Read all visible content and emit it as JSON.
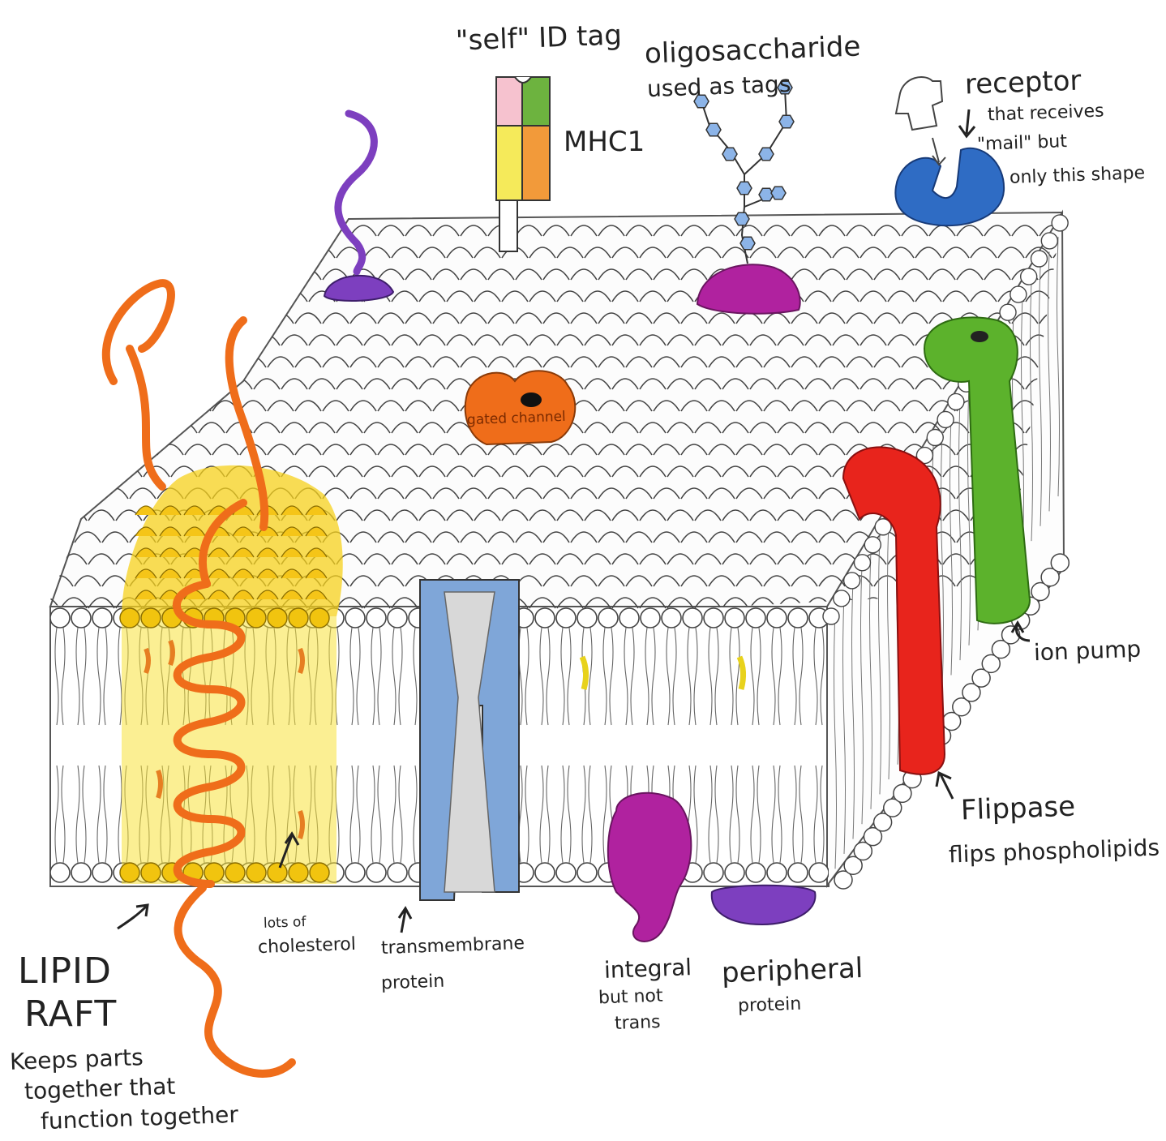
{
  "labels": {
    "self_id_tag": "\"self\" ID tag",
    "mhc1": "MHC1",
    "oligosaccharide": "oligosaccharide",
    "used_as_tags": "used as tags",
    "receptor": "receptor",
    "receptor_note_1": "that receives",
    "receptor_note_2": "\"mail\" but",
    "receptor_note_3": "only this shape",
    "gated_channel": "gated channel",
    "ion_pump": "ion pump",
    "flippase": "Flippase",
    "flippase_note": "flips phospholipids",
    "lipid": "LIPID",
    "raft": "RAFT",
    "raft_note_1": "Keeps parts",
    "raft_note_2": "together that",
    "raft_note_3": "function together",
    "lots_of": "lots of",
    "cholesterol": "cholesterol",
    "transmembrane_1": "transmembrane",
    "transmembrane_2": "protein",
    "integral_1": "integral",
    "integral_2": "but not",
    "integral_3": "trans",
    "peripheral_1": "peripheral",
    "peripheral_2": "protein"
  },
  "colors": {
    "lipid_raft": "#f7d21c",
    "raft_head": "#f1c40f",
    "protein_orange": "#ef6d1a",
    "transmembrane_blue": "#7fa6d8",
    "receptor_blue": "#2f6cc4",
    "integral_magenta": "#b0229f",
    "peripheral_purple": "#7d3fbf",
    "flippase_red": "#e8241c",
    "ion_pump_green": "#5cb22c",
    "mhc_pink": "#f6c2cf",
    "mhc_green": "#6db33f",
    "mhc_yellow": "#f5ea5a",
    "mhc_orange": "#f29a3a",
    "carb_blue": "#8cb4e8"
  }
}
